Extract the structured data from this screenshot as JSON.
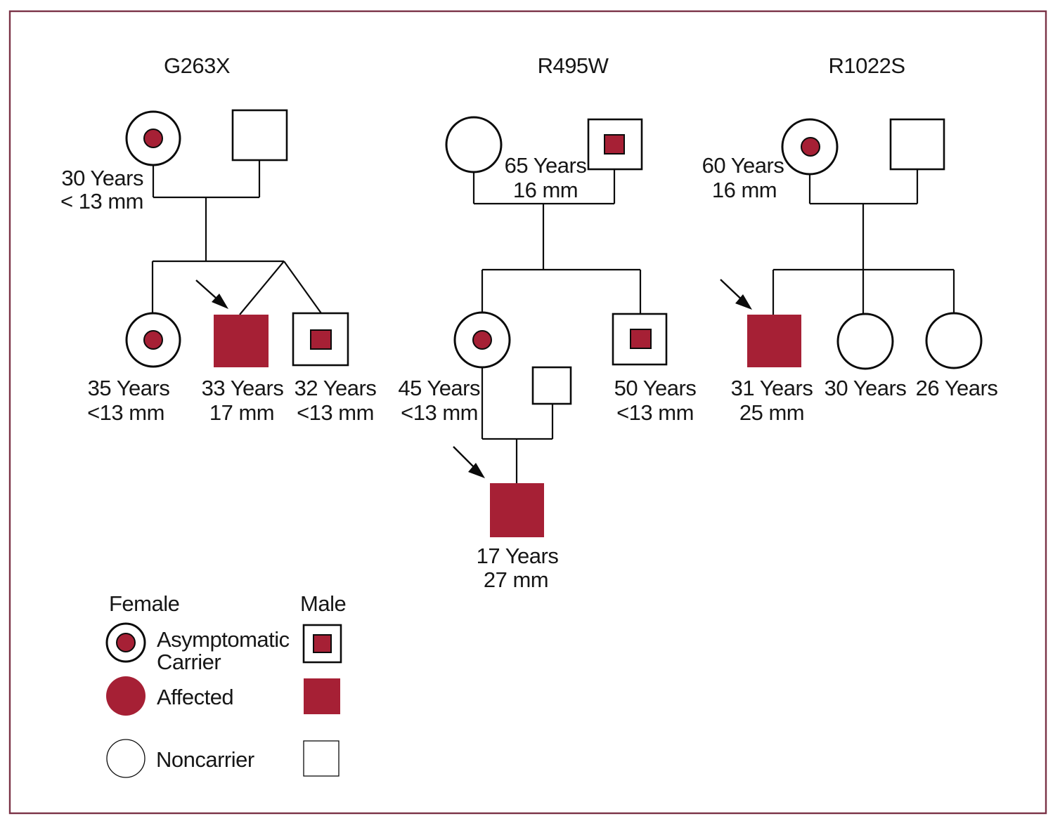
{
  "colors": {
    "affected": "#A62035",
    "frame": "#7B3347",
    "symbol_outline": "#0b0b0b"
  },
  "families": [
    {
      "title": "G263X",
      "mother": {
        "age": "30 Years",
        "lvot": "< 13 mm",
        "status": "asymptomatic carrier female"
      },
      "father": {
        "status": "noncarrier male"
      },
      "daughter": {
        "age": "35 Years",
        "lvot": "<13 mm",
        "status": "asymptomatic carrier female"
      },
      "proband_son": {
        "age": "33 Years",
        "lvot": "17 mm",
        "status": "affected male, proband (arrow), twin"
      },
      "twin_son": {
        "age": "32 Years",
        "lvot": "<13 mm",
        "status": "asymptomatic carrier male, twin"
      }
    },
    {
      "title": "R495W",
      "mother": {
        "status": "noncarrier female"
      },
      "father": {
        "age": "65 Years",
        "lvot": "16 mm",
        "status": "asymptomatic carrier male"
      },
      "daughter": {
        "age": "45 Years",
        "lvot": "<13 mm",
        "status": "asymptomatic carrier female"
      },
      "spouse": {
        "status": "noncarrier male (married in)"
      },
      "son": {
        "age": "50 Years",
        "lvot": "<13 mm",
        "status": "asymptomatic carrier male"
      },
      "proband_grandson": {
        "age": "17 Years",
        "lvot": "27 mm",
        "status": "affected male, proband (arrow)"
      }
    },
    {
      "title": "R1022S",
      "mother": {
        "age": "60 Years",
        "lvot": "16 mm",
        "status": "asymptomatic carrier female"
      },
      "father": {
        "status": "noncarrier male"
      },
      "proband_son": {
        "age": "31 Years",
        "lvot": "25 mm",
        "status": "affected male, proband (arrow)"
      },
      "daughter1": {
        "age": "30 Years",
        "status": "noncarrier female"
      },
      "daughter2": {
        "age": "26 Years",
        "status": "noncarrier female"
      }
    }
  ],
  "legend": {
    "female_header": "Female",
    "male_header": "Male",
    "asymptomatic_line1": "Asymptomatic",
    "asymptomatic_line2": "Carrier",
    "affected_label": "Affected",
    "noncarrier_label": "Noncarrier"
  }
}
